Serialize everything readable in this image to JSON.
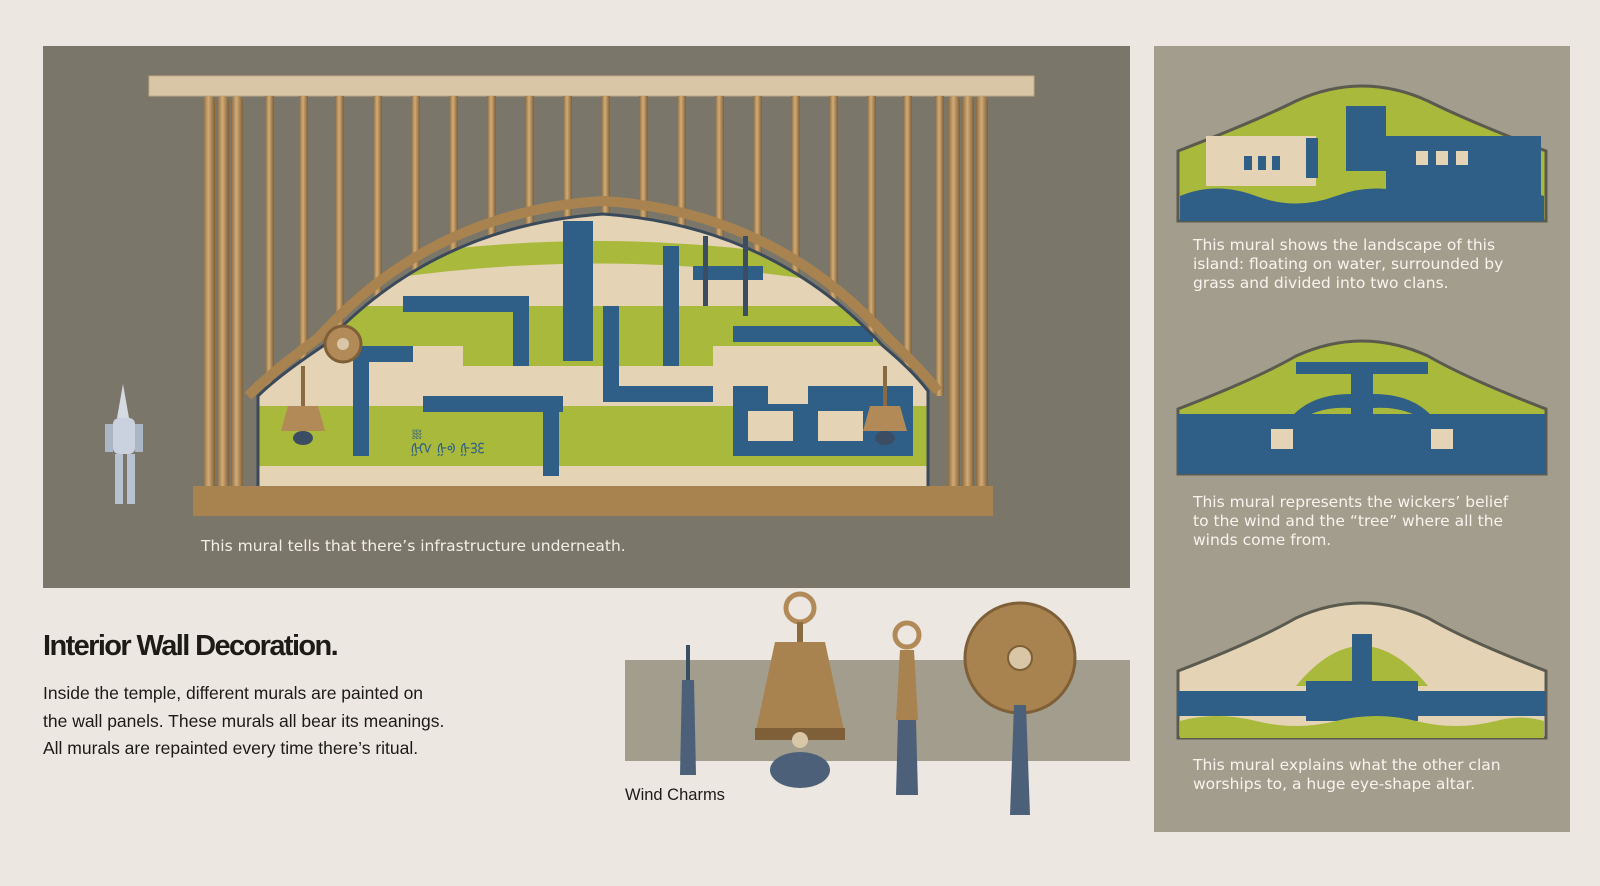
{
  "main_mural": {
    "caption": "This mural tells that there’s infrastructure underneath.",
    "glyphs": "ᢔᢆᢉ ᢔᢀ ᢔᢃᢄ"
  },
  "side_murals": [
    {
      "caption_lines": [
        "This mural shows the landscape of this",
        "island: floating on water, surrounded by",
        "grass and divided into two clans."
      ]
    },
    {
      "caption_lines": [
        "This mural represents the wickers’ belief",
        "to the wind and the “tree” where all the",
        "winds come from."
      ]
    },
    {
      "caption_lines": [
        "This mural explains what the other clan",
        "worships to, a huge eye-shape altar."
      ]
    }
  ],
  "section": {
    "title": "Interior Wall Decoration.",
    "body_lines": [
      "Inside the temple, different murals are painted on",
      "the wall panels. These murals all bear its meanings.",
      "All murals are repainted every time there’s ritual."
    ]
  },
  "charms": {
    "label": "Wind Charms"
  },
  "colors": {
    "background": "#ece7e1",
    "panel_dark": "#7b766a",
    "panel_light": "#a29d8d",
    "mural_blue": "#2f5f86",
    "mural_green": "#a9b93b",
    "mural_cream": "#e4d3b5",
    "wicker": "#b18a58"
  }
}
